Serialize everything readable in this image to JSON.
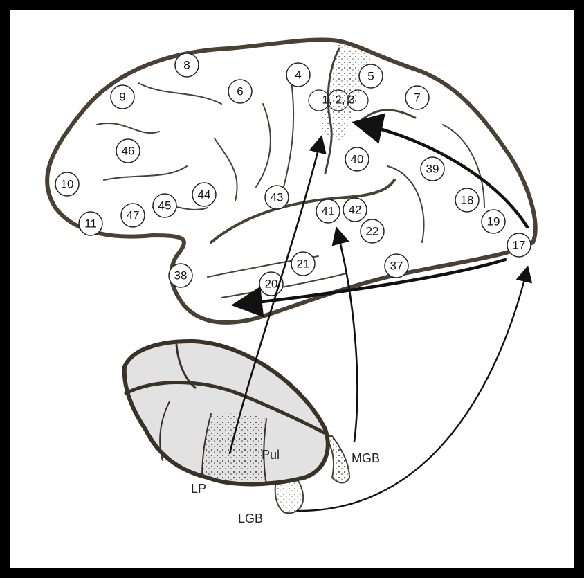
{
  "brain": {
    "areas": [
      "8",
      "9",
      "6",
      "4",
      "5",
      "1, 2, 3",
      "7",
      "46",
      "40",
      "39",
      "10",
      "44",
      "45",
      "47",
      "43",
      "41",
      "42",
      "18",
      "11",
      "22",
      "19",
      "17",
      "38",
      "21",
      "20",
      "37"
    ]
  },
  "thalamus": {
    "labels": {
      "pul": "Pul",
      "mgb": "MGB",
      "lp": "LP",
      "lgb": "LGB"
    }
  },
  "colors": {
    "background": "#000000",
    "paper": "#ffffff",
    "outline": "#4a4134",
    "thalamus_fill": "#e2e2e2",
    "arrow": "#111111"
  }
}
